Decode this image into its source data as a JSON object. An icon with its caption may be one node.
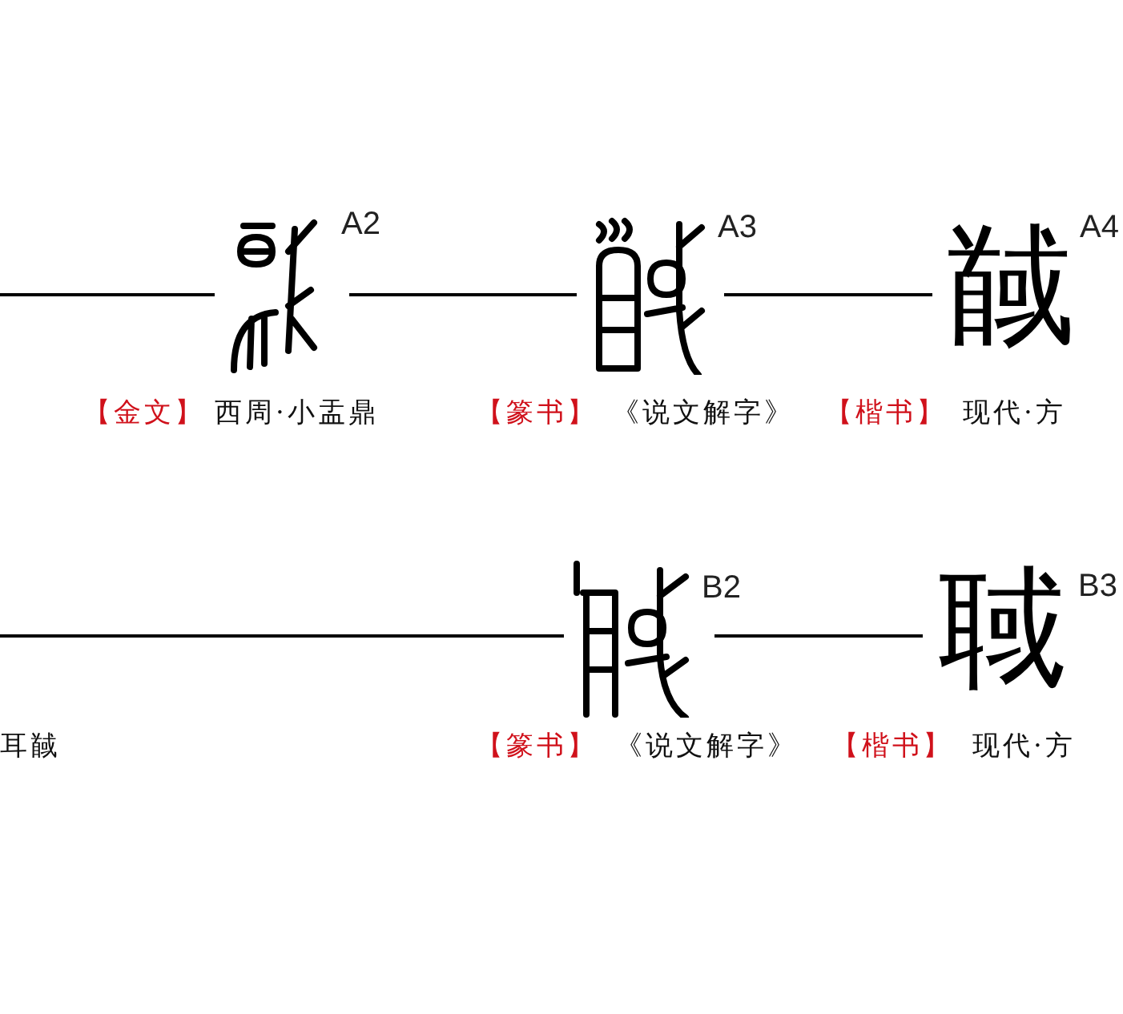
{
  "diagram": {
    "nodes": [
      {
        "text": [],
        "shape": "picture",
        "beside": [
          "A2",
          "【金文】",
          "西周·小盂鼎"
        ]
      },
      {
        "text": [],
        "shape": "picture",
        "beside": [
          "A3",
          "【篆书】",
          "《说文解字》"
        ]
      },
      {
        "text": [
          "馘"
        ],
        "beside": [
          "A4",
          "【楷书】",
          "现代·方"
        ]
      },
      {
        "text": [],
        "shape": "picture",
        "beside": [
          "B2",
          "【篆书】",
          "《说文解字》"
        ]
      },
      {
        "text": [
          "聝"
        ],
        "beside": [
          "B3",
          "【楷书】",
          "现代·方"
        ]
      }
    ],
    "edges": [
      {
        "from": null,
        "to": 0,
        "arrow": "none"
      },
      {
        "from": 0,
        "to": 1,
        "arrow": "none"
      },
      {
        "from": 1,
        "to": 2,
        "arrow": "none"
      },
      {
        "from": null,
        "to": 3,
        "arrow": "none"
      },
      {
        "from": 3,
        "to": 4,
        "arrow": "none"
      }
    ],
    "labels": [
      "耳馘"
    ]
  }
}
